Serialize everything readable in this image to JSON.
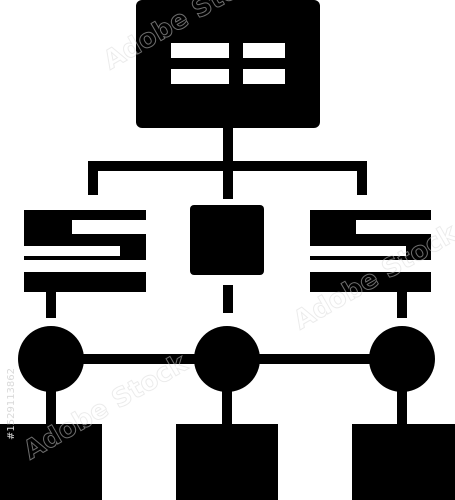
{
  "icon": {
    "name": "sitemap-network-hierarchy",
    "color": "#000000",
    "background": "#ffffff"
  },
  "watermark": {
    "text": "Adobe Stock",
    "stock_id": "#1529113862",
    "color": "#d9d9d9"
  }
}
